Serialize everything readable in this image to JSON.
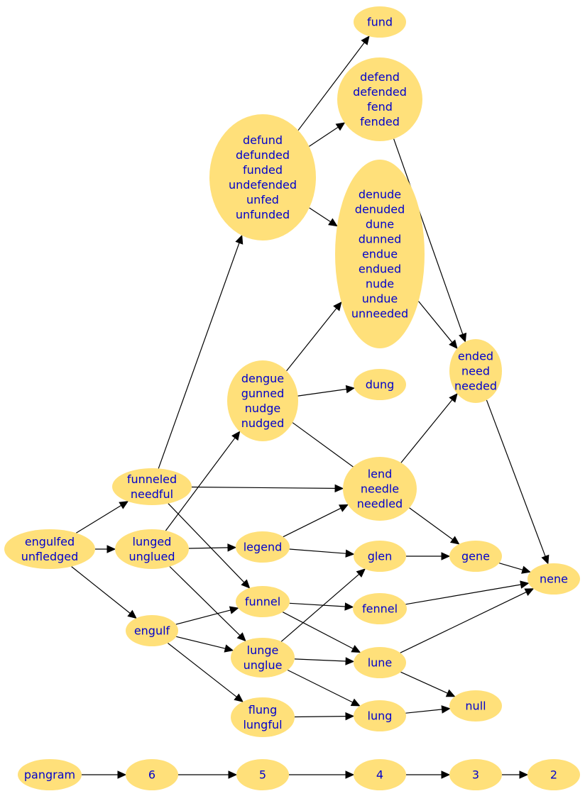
{
  "nodes": [
    {
      "id": "fund",
      "label": [
        "fund"
      ]
    },
    {
      "id": "defend",
      "label": [
        "defend",
        "defended",
        "fend",
        "fended"
      ]
    },
    {
      "id": "defund",
      "label": [
        "defund",
        "defunded",
        "funded",
        "undefended",
        "unfed",
        "unfunded"
      ]
    },
    {
      "id": "denude",
      "label": [
        "denude",
        "denuded",
        "dune",
        "dunned",
        "endue",
        "endued",
        "nude",
        "undue",
        "unneeded"
      ]
    },
    {
      "id": "ended",
      "label": [
        "ended",
        "need",
        "needed"
      ]
    },
    {
      "id": "dengue",
      "label": [
        "dengue",
        "gunned",
        "nudge",
        "nudged"
      ]
    },
    {
      "id": "dung",
      "label": [
        "dung"
      ]
    },
    {
      "id": "funneled",
      "label": [
        "funneled",
        "needful"
      ]
    },
    {
      "id": "lend",
      "label": [
        "lend",
        "needle",
        "needled"
      ]
    },
    {
      "id": "engulfed",
      "label": [
        "engulfed",
        "unfledged"
      ]
    },
    {
      "id": "lunged",
      "label": [
        "lunged",
        "unglued"
      ]
    },
    {
      "id": "legend",
      "label": [
        "legend"
      ]
    },
    {
      "id": "glen",
      "label": [
        "glen"
      ]
    },
    {
      "id": "gene",
      "label": [
        "gene"
      ]
    },
    {
      "id": "nene",
      "label": [
        "nene"
      ]
    },
    {
      "id": "funnel",
      "label": [
        "funnel"
      ]
    },
    {
      "id": "fennel",
      "label": [
        "fennel"
      ]
    },
    {
      "id": "engulf",
      "label": [
        "engulf"
      ]
    },
    {
      "id": "lunge",
      "label": [
        "lunge",
        "unglue"
      ]
    },
    {
      "id": "lune",
      "label": [
        "lune"
      ]
    },
    {
      "id": "flung",
      "label": [
        "flung",
        "lungful"
      ]
    },
    {
      "id": "lung",
      "label": [
        "lung"
      ]
    },
    {
      "id": "null",
      "label": [
        "null"
      ]
    },
    {
      "id": "pangram",
      "label": [
        "pangram"
      ]
    },
    {
      "id": "r6",
      "label": [
        "6"
      ]
    },
    {
      "id": "r5",
      "label": [
        "5"
      ]
    },
    {
      "id": "r4",
      "label": [
        "4"
      ]
    },
    {
      "id": "r3",
      "label": [
        "3"
      ]
    },
    {
      "id": "r2",
      "label": [
        "2"
      ]
    }
  ],
  "edges": [
    [
      "defund",
      "fund"
    ],
    [
      "defund",
      "defend"
    ],
    [
      "defund",
      "denude"
    ],
    [
      "defend",
      "ended"
    ],
    [
      "denude",
      "ended"
    ],
    [
      "dengue",
      "denude"
    ],
    [
      "dengue",
      "dung"
    ],
    [
      "dengue",
      "gene"
    ],
    [
      "funneled",
      "defund"
    ],
    [
      "funneled",
      "lend"
    ],
    [
      "funneled",
      "funnel"
    ],
    [
      "lend",
      "ended"
    ],
    [
      "ended",
      "nene"
    ],
    [
      "engulfed",
      "funneled"
    ],
    [
      "engulfed",
      "lunged"
    ],
    [
      "engulfed",
      "engulf"
    ],
    [
      "lunged",
      "dengue"
    ],
    [
      "lunged",
      "legend"
    ],
    [
      "lunged",
      "lunge"
    ],
    [
      "legend",
      "lend"
    ],
    [
      "legend",
      "glen"
    ],
    [
      "glen",
      "gene"
    ],
    [
      "gene",
      "nene"
    ],
    [
      "funnel",
      "fennel"
    ],
    [
      "funnel",
      "lune"
    ],
    [
      "fennel",
      "nene"
    ],
    [
      "engulf",
      "funnel"
    ],
    [
      "engulf",
      "lunge"
    ],
    [
      "engulf",
      "flung"
    ],
    [
      "lunge",
      "glen"
    ],
    [
      "lunge",
      "lune"
    ],
    [
      "lunge",
      "lung"
    ],
    [
      "lune",
      "nene"
    ],
    [
      "lune",
      "null"
    ],
    [
      "flung",
      "lung"
    ],
    [
      "lung",
      "null"
    ],
    [
      "pangram",
      "r6"
    ],
    [
      "r6",
      "r5"
    ],
    [
      "r5",
      "r4"
    ],
    [
      "r4",
      "r3"
    ],
    [
      "r3",
      "r2"
    ]
  ]
}
